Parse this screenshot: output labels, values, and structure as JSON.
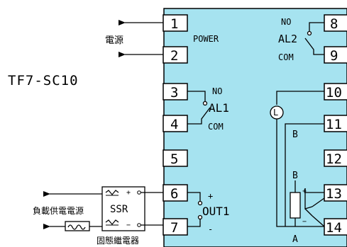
{
  "model": "TF7-SC10",
  "colors": {
    "panel": "#a6e3f0",
    "stroke": "#000000",
    "terminal_fill": "#ffffff"
  },
  "terminals": {
    "t1": "1",
    "t2": "2",
    "t3": "3",
    "t4": "4",
    "t5": "5",
    "t6": "6",
    "t7": "7",
    "t8": "8",
    "t9": "9",
    "t10": "10",
    "t11": "11",
    "t12": "12",
    "t13": "13",
    "t14": "14"
  },
  "labels": {
    "power": "POWER",
    "power_source": "電源",
    "al1_no": "NO",
    "al1": "AL1",
    "al1_com": "COM",
    "al2_no": "NO",
    "al2": "AL2",
    "al2_com": "COM",
    "out1": "OUT1",
    "out_plus": "+",
    "out_minus": "-",
    "ssr": "SSR",
    "ssr_name": "固態繼電器",
    "load_power": "負載供電電源",
    "rtd_b_top": "B",
    "rtd_b_mid": "B",
    "rtd_a": "A",
    "lamp": "L",
    "tc_plus": "+",
    "tc_minus": "−",
    "ssr_plus": "+",
    "ssr_minus": "−"
  }
}
